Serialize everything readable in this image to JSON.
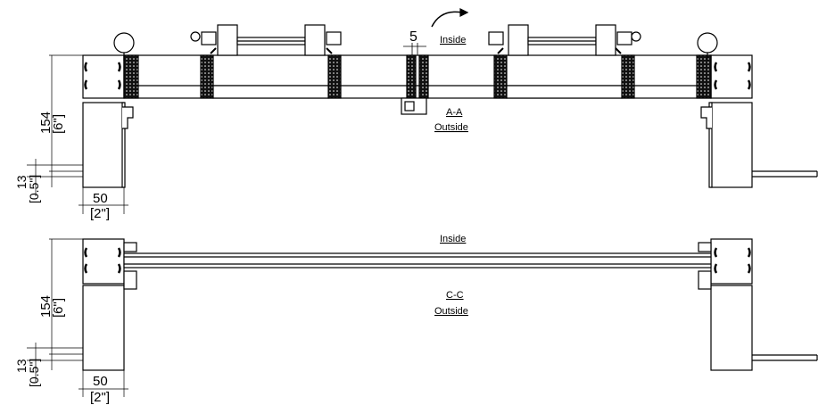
{
  "section_aa": {
    "label": "A-A",
    "inside": "Inside",
    "outside": "Outside",
    "gap_dim": "5",
    "height_mm": "154",
    "height_in": "[6\"]",
    "sill_mm": "13",
    "sill_in": "[0.5\"]",
    "width_mm": "50",
    "width_in": "[2\"]"
  },
  "section_cc": {
    "label": "C-C",
    "inside": "Inside",
    "outside": "Outside",
    "height_mm": "154",
    "height_in": "[6\"]",
    "sill_mm": "13",
    "sill_in": "[0.5\"]",
    "width_mm": "50",
    "width_in": "[2\"]"
  },
  "colors": {
    "line": "#000000",
    "fill": "#ffffff",
    "hatch": "#222222"
  }
}
